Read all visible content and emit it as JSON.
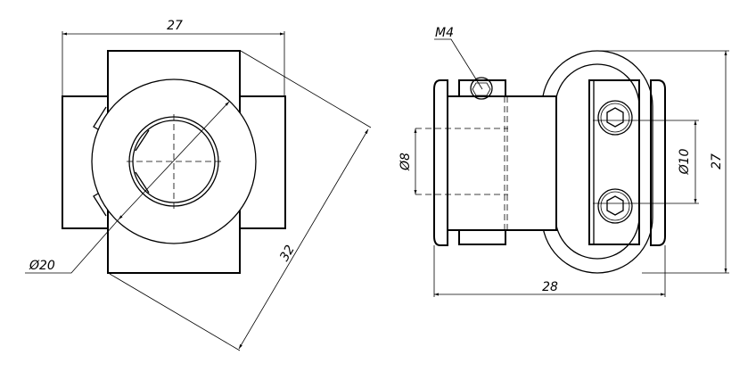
{
  "drawing": {
    "front_view": {
      "width_dim": "27",
      "diameter_dim": "Ø20",
      "diagonal_dim": "32"
    },
    "side_view": {
      "screw_label": "M4",
      "bore_left_dim": "Ø8",
      "bore_right_dim": "Ø10",
      "height_dim": "27",
      "length_dim": "28"
    },
    "line_color": "#000000"
  }
}
